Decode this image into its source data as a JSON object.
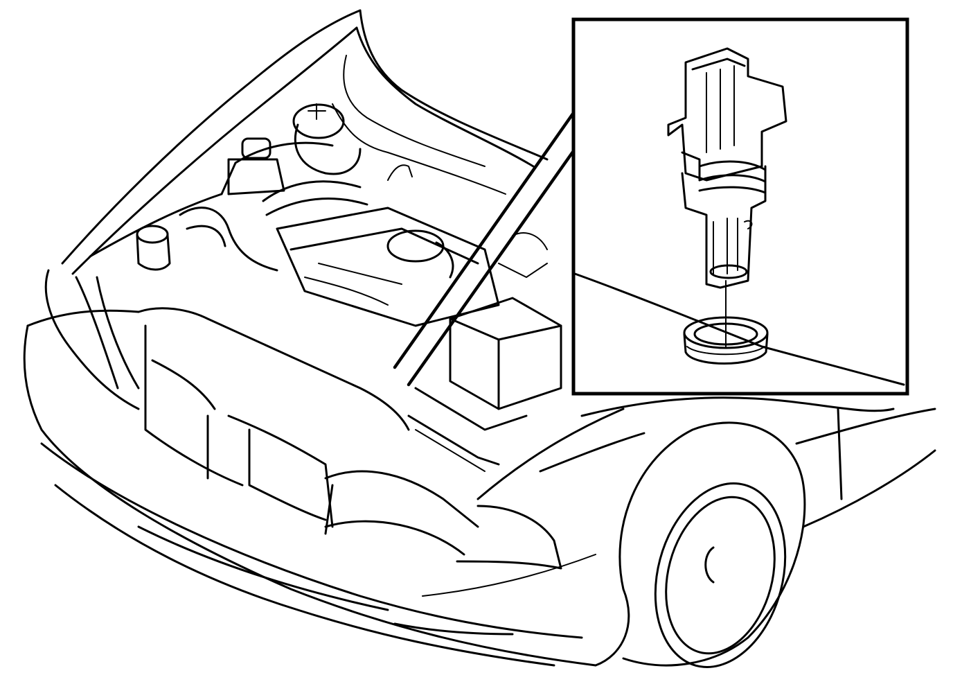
{
  "diagram": {
    "line_color": "#000000",
    "background_color": "#ffffff",
    "components": [
      "car-front-view",
      "open-hood",
      "engine-bay",
      "headlight",
      "front-wheel",
      "detail-inset",
      "sensor-component",
      "sealing-ring"
    ]
  }
}
